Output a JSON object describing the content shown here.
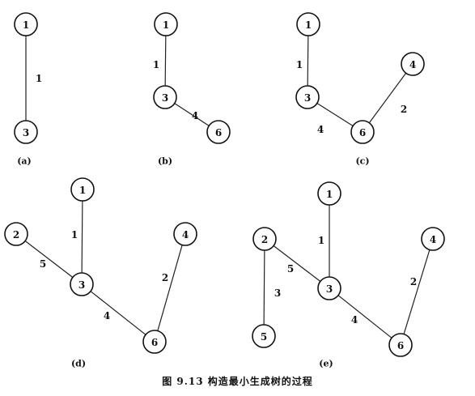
{
  "caption": "图 9.13   构造最小生成树的过程",
  "colors": {
    "stroke": "#111111",
    "fill": "#ffffff"
  },
  "panels": [
    {
      "label": "(a)",
      "nodes": [
        "1",
        "3"
      ],
      "edges": [
        {
          "from": "1",
          "to": "3",
          "weight": "1"
        }
      ]
    },
    {
      "label": "(b)",
      "nodes": [
        "1",
        "3",
        "6"
      ],
      "edges": [
        {
          "from": "1",
          "to": "3",
          "weight": "1"
        },
        {
          "from": "3",
          "to": "6",
          "weight": "4"
        }
      ]
    },
    {
      "label": "(c)",
      "nodes": [
        "1",
        "3",
        "6",
        "4"
      ],
      "edges": [
        {
          "from": "1",
          "to": "3",
          "weight": "1"
        },
        {
          "from": "3",
          "to": "6",
          "weight": "4"
        },
        {
          "from": "6",
          "to": "4",
          "weight": "2"
        }
      ]
    },
    {
      "label": "(d)",
      "nodes": [
        "1",
        "2",
        "3",
        "4",
        "6"
      ],
      "edges": [
        {
          "from": "1",
          "to": "3",
          "weight": "1"
        },
        {
          "from": "2",
          "to": "3",
          "weight": "5"
        },
        {
          "from": "3",
          "to": "6",
          "weight": "4"
        },
        {
          "from": "6",
          "to": "4",
          "weight": "2"
        }
      ]
    },
    {
      "label": "(e)",
      "nodes": [
        "1",
        "2",
        "3",
        "4",
        "5",
        "6"
      ],
      "edges": [
        {
          "from": "1",
          "to": "3",
          "weight": "1"
        },
        {
          "from": "2",
          "to": "3",
          "weight": "5"
        },
        {
          "from": "2",
          "to": "5",
          "weight": "3"
        },
        {
          "from": "3",
          "to": "6",
          "weight": "4"
        },
        {
          "from": "6",
          "to": "4",
          "weight": "2"
        }
      ]
    }
  ]
}
